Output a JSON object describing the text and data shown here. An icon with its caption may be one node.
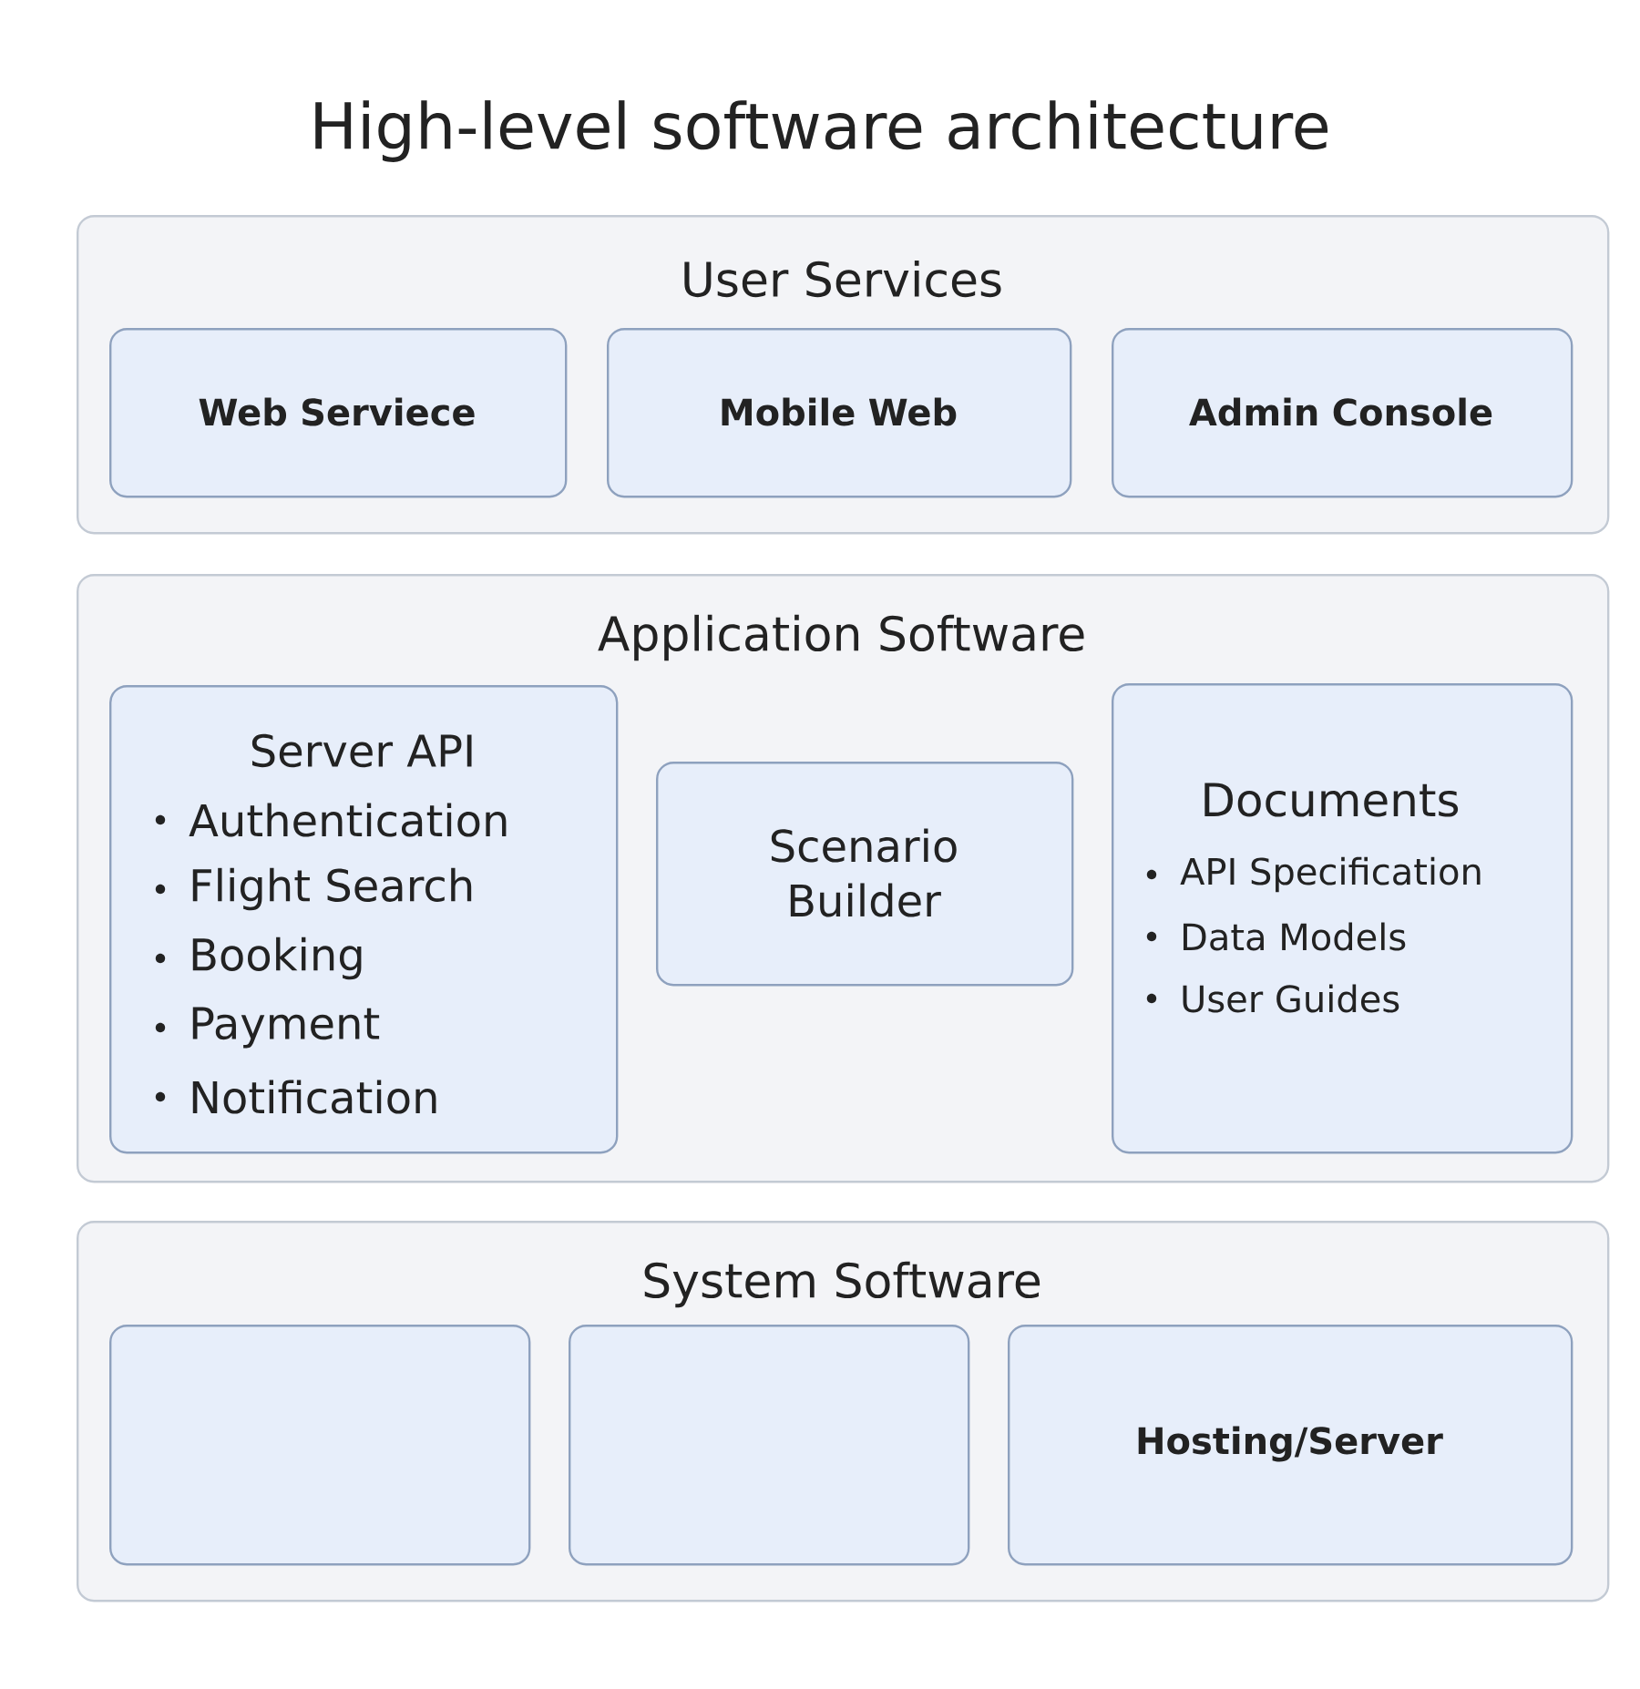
{
  "diagram": {
    "title": "High-level software architecture",
    "nodes": [
      {
        "text": [
          "User Services"
        ]
      },
      {
        "text": [
          "Web Serviece"
        ],
        "in": 0
      },
      {
        "text": [
          "Mobile Web"
        ],
        "in": 0
      },
      {
        "text": [
          "Admin Console"
        ],
        "in": 0
      },
      {
        "text": [
          "Application Software"
        ]
      },
      {
        "text": [
          "Server API",
          "Authentication",
          "Flight Search",
          "Booking",
          "Payment",
          "Notification"
        ],
        "in": 4
      },
      {
        "text": [
          "Scenario Builder"
        ],
        "in": 4
      },
      {
        "text": [
          "Documents",
          "API Specification",
          "Data Models",
          "User Guides"
        ],
        "in": 4
      },
      {
        "text": [
          "System Software"
        ]
      },
      {
        "text": [],
        "shape": "box",
        "in": 8
      },
      {
        "text": [],
        "shape": "box",
        "in": 8
      },
      {
        "text": [
          "Hosting/Server"
        ],
        "in": 8
      }
    ]
  }
}
